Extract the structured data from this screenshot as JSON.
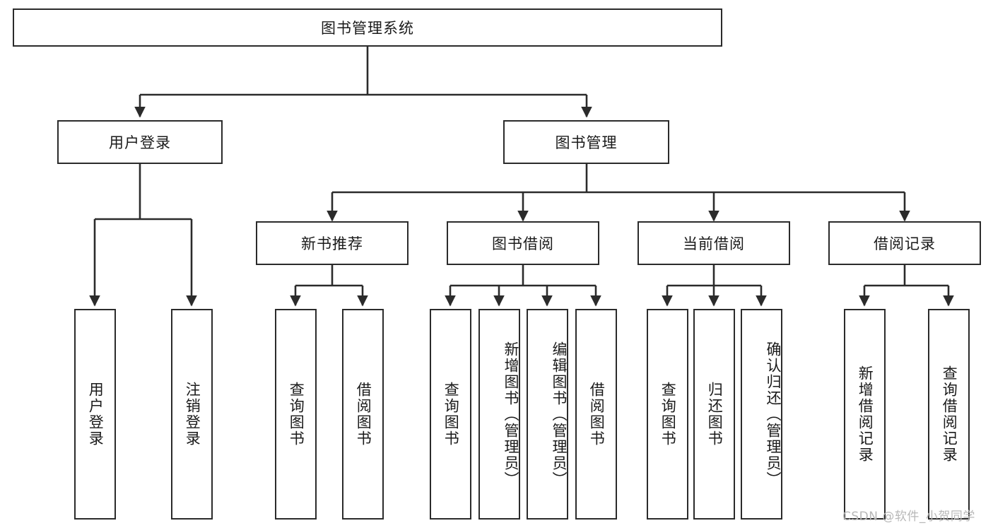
{
  "diagram": {
    "type": "hierarchy-tree",
    "title": "图书管理系统",
    "watermark": "CSDN @软件_小贺同学",
    "colors": {
      "stroke": "#2b2b2b",
      "fill": "#ffffff",
      "text": "#1a1a1a",
      "watermark": "#b8b8b8"
    },
    "levels": {
      "root": {
        "label": "图书管理系统"
      },
      "level2": [
        {
          "label": "用户登录"
        },
        {
          "label": "图书管理"
        }
      ],
      "level3": [
        {
          "label": "新书推荐"
        },
        {
          "label": "图书借阅"
        },
        {
          "label": "当前借阅"
        },
        {
          "label": "借阅记录"
        }
      ],
      "leaves": {
        "user_login": [
          {
            "label": "用户登录"
          },
          {
            "label": "注销登录"
          }
        ],
        "new_book_recommend": [
          {
            "label": "查询图书"
          },
          {
            "label": "借阅图书"
          }
        ],
        "book_borrow": [
          {
            "label": "查询图书"
          },
          {
            "label": "新增图书（管理员）"
          },
          {
            "label": "编辑图书（管理员）"
          },
          {
            "label": "借阅图书"
          }
        ],
        "current_borrow": [
          {
            "label": "查询图书"
          },
          {
            "label": "归还图书"
          },
          {
            "label": "确认归还（管理员）"
          }
        ],
        "borrow_record": [
          {
            "label": "新增借阅记录"
          },
          {
            "label": "查询借阅记录"
          }
        ]
      }
    }
  }
}
